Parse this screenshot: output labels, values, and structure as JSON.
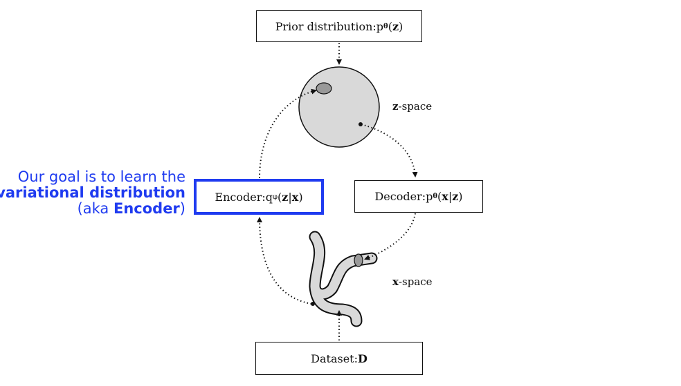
{
  "prior": {
    "label": "Prior distribution: ",
    "func": "p",
    "sub": "θ",
    "open": "(",
    "var": "z",
    "close": ")"
  },
  "encoder": {
    "label": "Encoder: ",
    "func": "q",
    "sub": "φ",
    "open": "(",
    "var1": "z",
    "bar": "|",
    "var2": "x",
    "close": ")"
  },
  "decoder": {
    "label": "Decoder: ",
    "func": "p",
    "sub": "θ",
    "open": "(",
    "var1": "x",
    "bar": "|",
    "var2": "z",
    "close": ")"
  },
  "dataset": {
    "label": "Dataset: ",
    "var": "D"
  },
  "z_space": {
    "var": "z",
    "suffix": "-space"
  },
  "x_space": {
    "var": "x",
    "suffix": "-space"
  },
  "note": {
    "line1": "Our goal is to learn the",
    "line2": "variational distribution",
    "line3_pre": "(aka ",
    "line3_bold": "Encoder",
    "line3_post": ")"
  },
  "colors": {
    "accent": "#1f3bf0",
    "sphere": "#d9d9d9",
    "region": "#999999"
  }
}
